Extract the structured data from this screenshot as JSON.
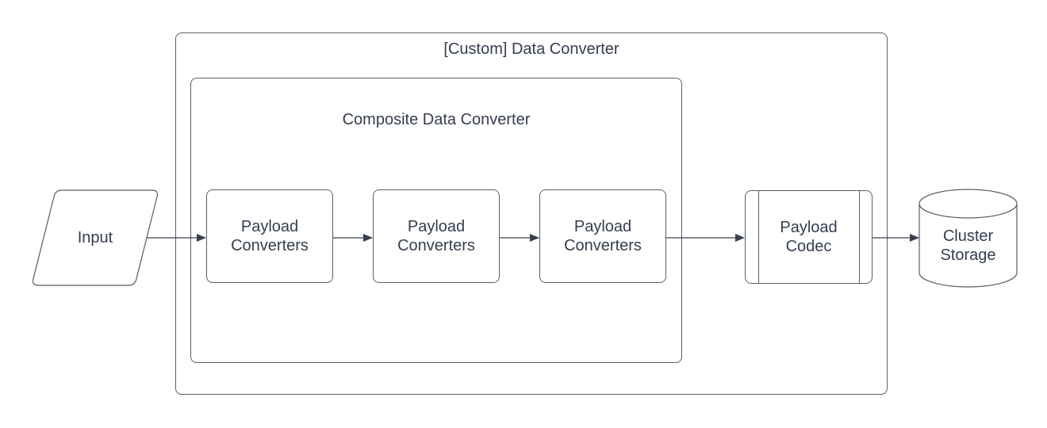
{
  "colors": {
    "background": "#ffffff",
    "stroke": "#575f6b",
    "arrow": "#39404d",
    "text": "#343e4e"
  },
  "diagram": {
    "outer_container": {
      "title": "[Custom] Data Converter"
    },
    "composite_container": {
      "title": "Composite Data Converter"
    },
    "input": {
      "label": "Input"
    },
    "payload_converters": [
      {
        "label": "Payload Converters"
      },
      {
        "label": "Payload Converters"
      },
      {
        "label": "Payload Converters"
      }
    ],
    "payload_codec": {
      "label": "Payload Codec"
    },
    "cluster_storage": {
      "label": "Cluster Storage"
    }
  }
}
